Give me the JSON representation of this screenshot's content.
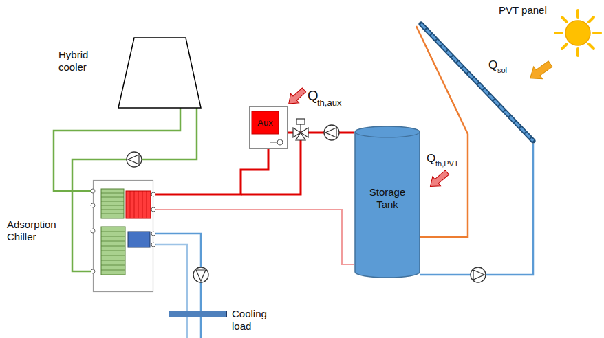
{
  "diagram": {
    "nodes": [
      {
        "text": [
          "Hybrid cooler"
        ]
      },
      {
        "text": [
          "Adsorption Chiller"
        ]
      },
      {
        "text": [
          "Aux"
        ]
      },
      {
        "text": [
          "Storage Tank"
        ]
      },
      {
        "text": [
          "PVT panel"
        ]
      },
      {
        "text": [
          "Cooling load"
        ]
      }
    ],
    "edges": [
      {
        "from": 0,
        "to": 1,
        "arrow": "none"
      },
      {
        "from": 0,
        "to": 1,
        "arrow": "none"
      },
      {
        "from": 1,
        "to": 2,
        "arrow": "none"
      },
      {
        "from": 2,
        "to": 3,
        "arrow": "none"
      },
      {
        "from": 1,
        "to": 3,
        "arrow": "none"
      },
      {
        "from": 4,
        "to": 3,
        "arrow": "none"
      },
      {
        "from": 3,
        "to": 4,
        "arrow": "none"
      },
      {
        "from": 1,
        "to": 5,
        "arrow": "none"
      },
      {
        "from": 1,
        "to": 5,
        "arrow": "none"
      }
    ],
    "labels": [
      "Q",
      "th,aux",
      "Q",
      "sol",
      "Q",
      "th,PVT"
    ]
  }
}
